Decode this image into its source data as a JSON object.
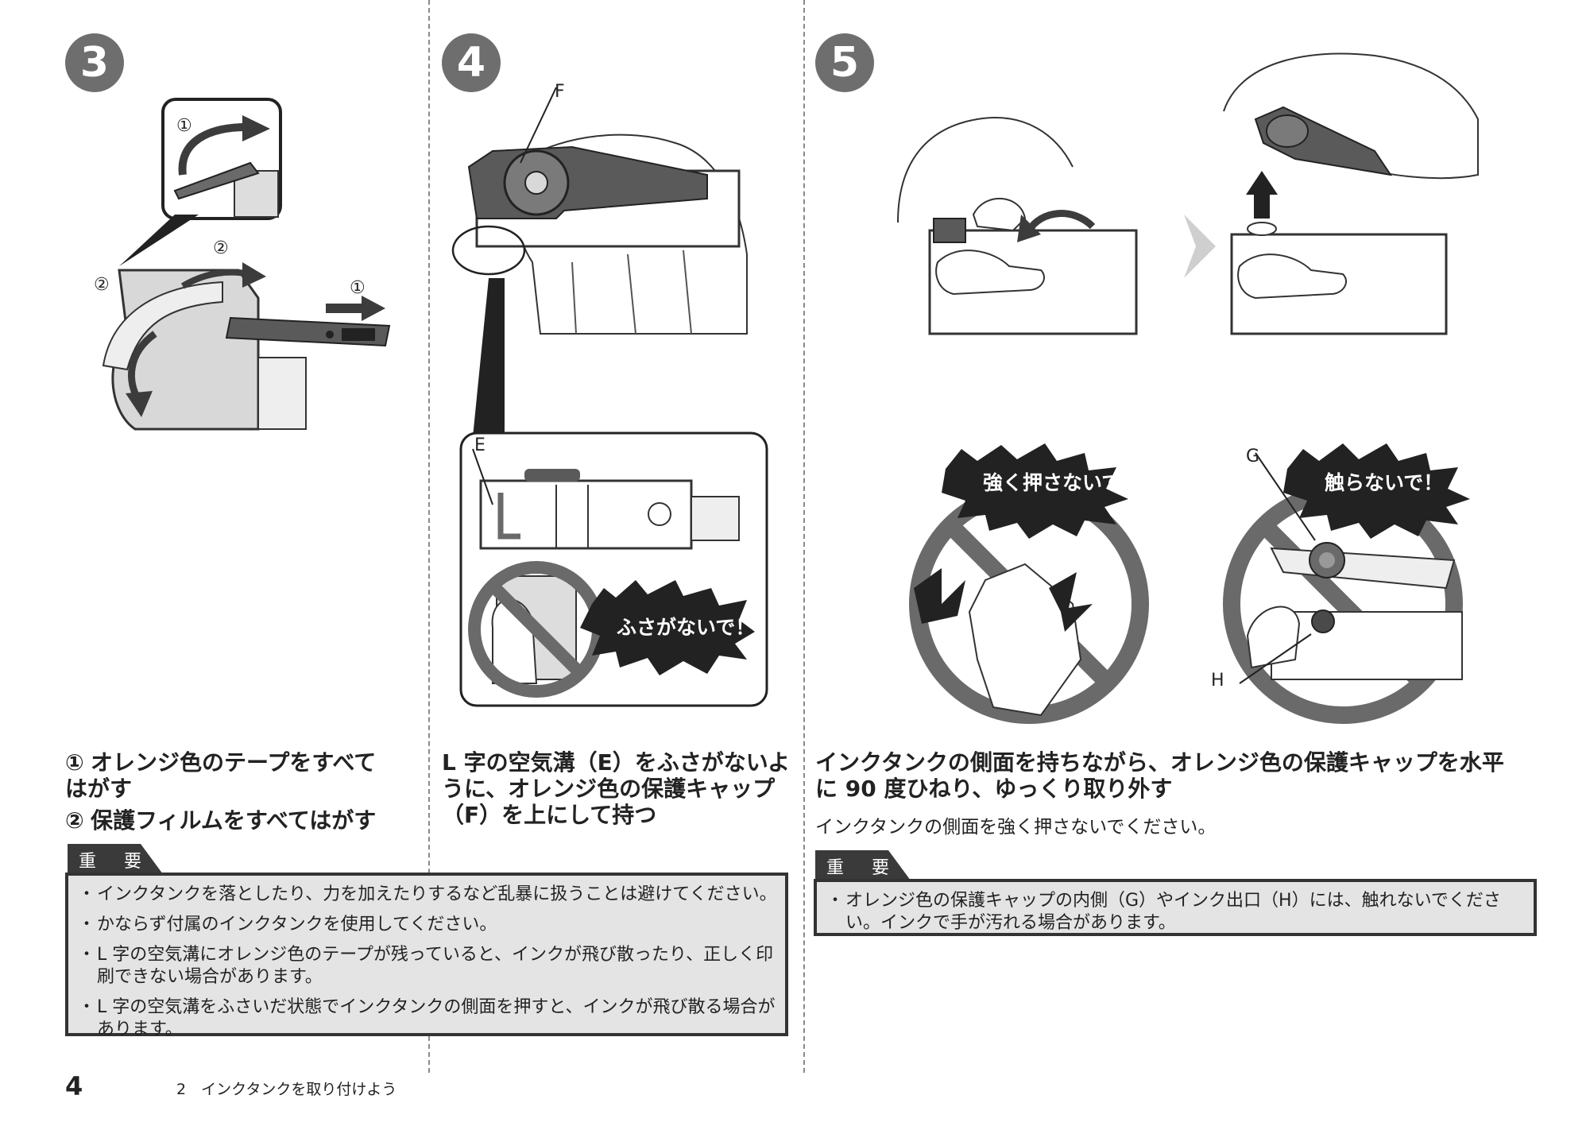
{
  "page": {
    "number": "4",
    "section": "2　インクタンクを取り付けよう"
  },
  "colors": {
    "dark": "#3c3c3c",
    "mid": "#8c8c8c",
    "light": "#d8d8d8",
    "box_bg": "#e4e4e4"
  },
  "steps": [
    {
      "number": "3",
      "labels": {
        "l1": "①",
        "l2": "②",
        "l3": "②",
        "l4": "①"
      },
      "instructions": [
        {
          "marker": "①",
          "text": "オレンジ色のテープをすべて はがす"
        },
        {
          "marker": "②",
          "text": "保護フィルムをすべてはがす"
        }
      ]
    },
    {
      "number": "4",
      "labels": {
        "F": "F",
        "E": "E"
      },
      "warning": "ふさがないで！",
      "instruction": "L 字の空気溝（E）をふさがないように、オレンジ色の保護キャップ（F）を上にして持つ"
    },
    {
      "number": "5",
      "labels": {
        "G": "G",
        "H": "H"
      },
      "warnings": [
        "強く押さないで！",
        "触らないで！"
      ],
      "instruction": "インクタンクの側面を持ちながら、オレンジ色の保護キャップを水平に 90 度ひねり、ゆっくり取り外す",
      "note": "インクタンクの側面を強く押さないでください。"
    }
  ],
  "important_left": {
    "title": "重 要",
    "items": [
      "インクタンクを落としたり、力を加えたりするなど乱暴に扱うことは避けてください。",
      "かならず付属のインクタンクを使用してください。",
      "L 字の空気溝にオレンジ色のテープが残っていると、インクが飛び散ったり、正しく印刷できない場合があります。",
      "L 字の空気溝をふさいだ状態でインクタンクの側面を押すと、インクが飛び散る場合があります。"
    ]
  },
  "important_right": {
    "title": "重 要",
    "items": [
      "オレンジ色の保護キャップの内側（G）やインク出口（H）には、触れないでください。インクで手が汚れる場合があります。"
    ]
  }
}
